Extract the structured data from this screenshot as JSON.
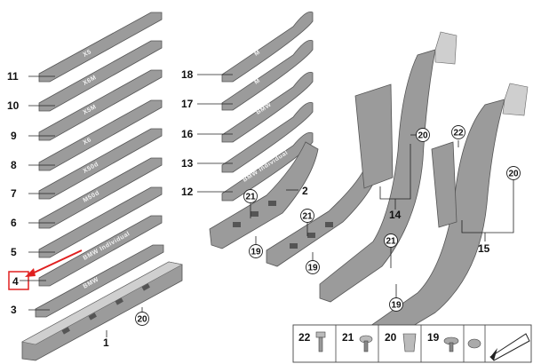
{
  "labels": {
    "n1": "1",
    "n2": "2",
    "n3": "3",
    "n4": "4",
    "n5": "5",
    "n6": "6",
    "n7": "7",
    "n8": "8",
    "n9": "9",
    "n10": "10",
    "n11": "11",
    "n12": "12",
    "n13": "13",
    "n14": "14",
    "n15": "15",
    "n16": "16",
    "n17": "17",
    "n18": "18",
    "c19": "19",
    "c20": "20",
    "c21": "21",
    "c22": "22"
  },
  "engravings": {
    "x5_top": "X5",
    "x6m": "X6M",
    "x5m": "X5M",
    "x6": "X6",
    "x50d": "X50d",
    "m50d": "M50d",
    "individual": "BMW Individual",
    "bmw_small": "BMW",
    "m_logo": "M",
    "bmw": "BMW",
    "individual_cap": "BMW Individual"
  },
  "legend": [
    {
      "label": "22",
      "icon": "clip-22-icon"
    },
    {
      "label": "21",
      "icon": "screw-21-icon"
    },
    {
      "label": "20",
      "icon": "clip-20-icon"
    },
    {
      "label": "19",
      "icon": "screw-19-icon"
    }
  ],
  "colors": {
    "highlight": "#e02020",
    "part_gray": "#9b9b9b"
  }
}
